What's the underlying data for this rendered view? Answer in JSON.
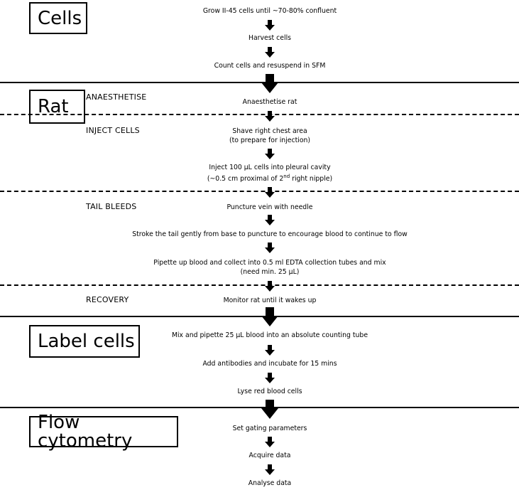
{
  "sections": {
    "cells": "Cells",
    "rat": "Rat",
    "label_cells": "Label cells",
    "flow_cytometry": "Flow cytometry"
  },
  "stages": {
    "anaesthetise": "ANAESTHETISE",
    "inject_cells": "INJECT CELLS",
    "tail_bleeds": "TAIL BLEEDS",
    "recovery": "RECOVERY"
  },
  "steps": {
    "grow": "Grow II-45 cells until ~70-80% confluent",
    "harvest": "Harvest cells",
    "count": "Count cells and resuspend in SFM",
    "anaesthetise_rat": "Anaesthetise rat",
    "shave_line1": "Shave right chest area",
    "shave_line2": "(to prepare for injection)",
    "inject_line1": "Inject 100 μL cells into pleural cavity",
    "inject_line2_pre": "(~0.5 cm proximal of 2",
    "inject_line2_sup": "nd",
    "inject_line2_post": " right nipple)",
    "puncture": "Puncture vein with needle",
    "stroke": "Stroke the tail gently from base to puncture to encourage blood to continue to flow",
    "pipette_line1": "Pipette up blood and collect into 0.5 ml EDTA collection tubes and mix",
    "pipette_line2": "(need min. 25 μL)",
    "monitor": "Monitor rat until it wakes up",
    "mix": "Mix and pipette 25 μL blood into an absolute counting tube",
    "antibodies": "Add antibodies and incubate for 15 mins",
    "lyse": "Lyse red blood cells",
    "gating": "Set gating parameters",
    "acquire": "Acquire data",
    "analyse": "Analyse data"
  }
}
